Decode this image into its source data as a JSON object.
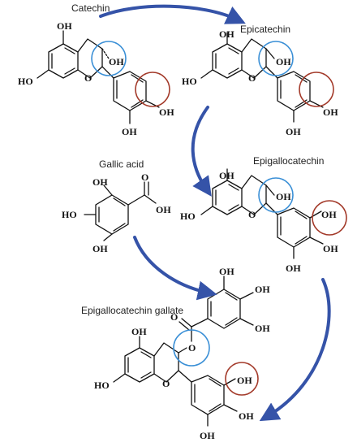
{
  "figure": {
    "titles": {
      "catechin": "Catechin",
      "epicatechin": "Epicatechin",
      "epigallocatechin": "Epigallocatechin",
      "gallic_acid": "Gallic acid",
      "egcg": "Epigallocatechin gallate"
    },
    "atom_labels": {
      "oh": "OH",
      "ho": "HO",
      "o": "O"
    },
    "colors": {
      "arrow": "#3553a8",
      "blue_circle": "#3a8fd6",
      "red_circle": "#a33a2a"
    }
  }
}
